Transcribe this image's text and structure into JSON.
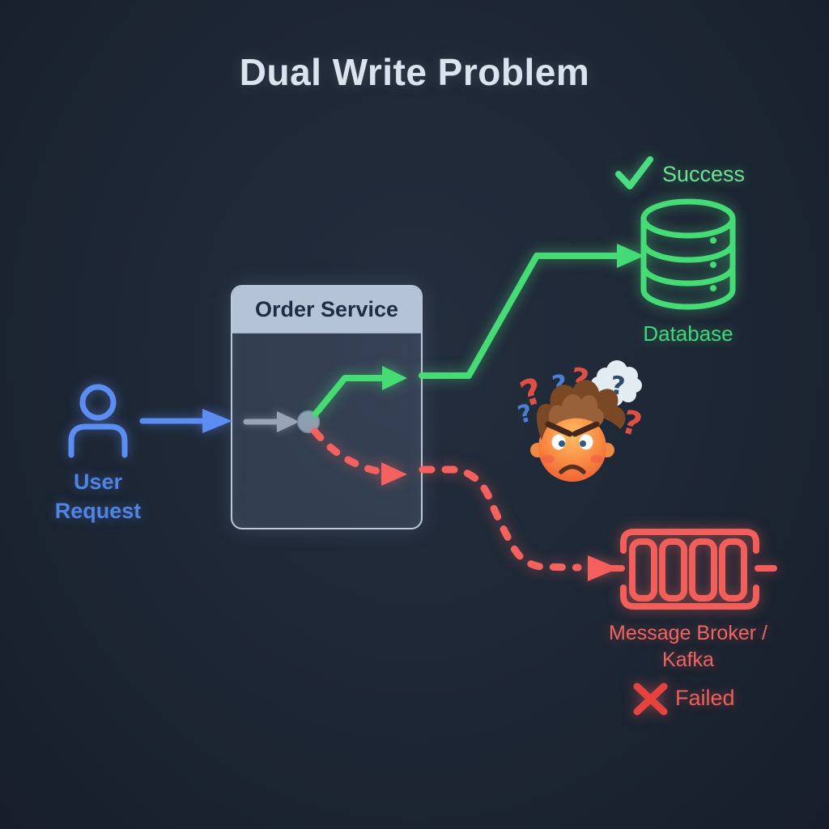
{
  "title": "Dual Write Problem",
  "palette": {
    "background": "#1d2634",
    "blue_accent": "#5b8df2",
    "green_accent": "#4ade80",
    "red_accent": "#f4615e",
    "box_header": "#b4c3d6",
    "box_header_text": "#1e2d44"
  },
  "user": {
    "label": "User Request"
  },
  "order_service": {
    "label": "Order Service"
  },
  "database": {
    "label": "Database",
    "status": "Success"
  },
  "broker": {
    "label": "Message Broker / Kafka",
    "status": "Failed"
  },
  "confusion": {
    "question_mark": "?"
  }
}
